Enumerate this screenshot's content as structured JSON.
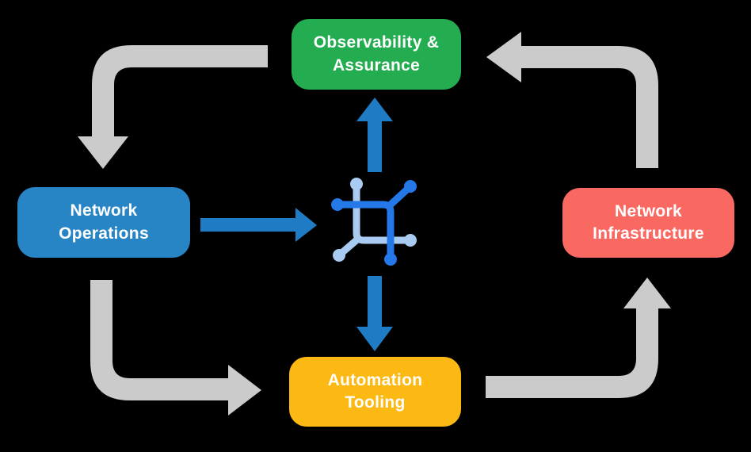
{
  "diagram": {
    "colors": {
      "background": "#000000",
      "text": "#FFFFFF",
      "arrow_gray": "#CBCBCB",
      "arrow_blue": "#1F7CC4",
      "icon_dark_blue": "#2478E8",
      "icon_light_blue": "#A9CBF2"
    },
    "nodes": {
      "observability": {
        "label": "Observability &\nAssurance",
        "color": "#24AC51"
      },
      "operations": {
        "label": "Network\nOperations",
        "color": "#2784C5"
      },
      "infrastructure": {
        "label": "Network\nInfrastructure",
        "color": "#FA6862"
      },
      "automation": {
        "label": "Automation\nTooling",
        "color": "#FCB813"
      }
    },
    "center_icon": {
      "name": "network-mesh-icon"
    },
    "flows": [
      {
        "from": "observability",
        "to": "operations",
        "style": "gray-cycle"
      },
      {
        "from": "operations",
        "to": "automation",
        "style": "gray-cycle"
      },
      {
        "from": "automation",
        "to": "infrastructure",
        "style": "gray-cycle"
      },
      {
        "from": "infrastructure",
        "to": "observability",
        "style": "gray-cycle"
      },
      {
        "from": "operations",
        "to": "center-icon",
        "style": "blue"
      },
      {
        "from": "center-icon",
        "to": "observability",
        "style": "blue"
      },
      {
        "from": "center-icon",
        "to": "automation",
        "style": "blue"
      }
    ]
  }
}
